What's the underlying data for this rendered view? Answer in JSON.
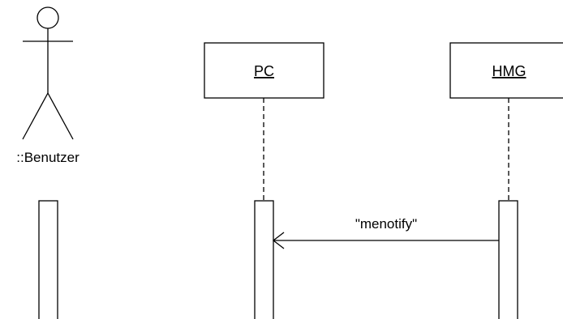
{
  "diagram": {
    "type": "sequence",
    "participants": [
      {
        "kind": "actor",
        "label": "::Benutzer"
      },
      {
        "kind": "object",
        "label": "PC"
      },
      {
        "kind": "object",
        "label": "HMG"
      }
    ],
    "messages": [
      {
        "from": "HMG",
        "to": "PC",
        "label": "\"menotify\"",
        "arrow": "open"
      }
    ]
  }
}
